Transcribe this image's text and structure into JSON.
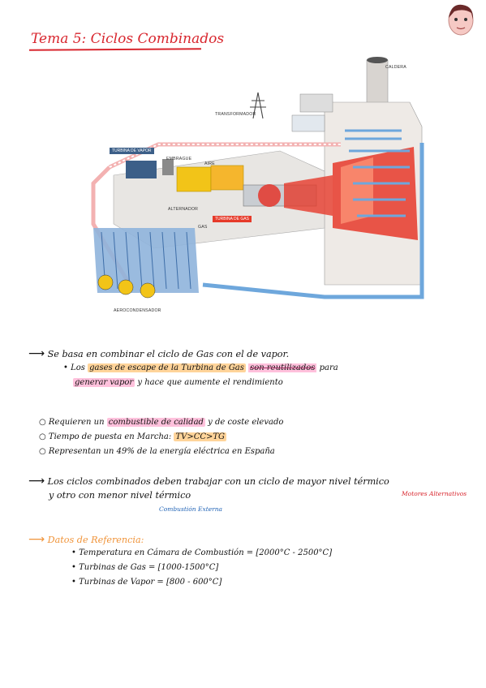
{
  "title": "Tema 5: Ciclos Combinados",
  "diagram": {
    "labels": {
      "caldera": "CALDERA",
      "transformador": "TRANSFORMADOR",
      "turbina_vapor": "TURBINA DE VAPOR",
      "embrague": "EMBRAGUE",
      "aire": "AIRE",
      "alternador": "ALTERNADOR",
      "turbina_gas": "TURBINA DE GAS",
      "gas": "GAS",
      "aerocondensador": "AEROCONDENSADOR"
    }
  },
  "notes": {
    "line1": "Se basa en combinar el ciclo de Gas con el de vapor.",
    "bullet1_prefix": "Los",
    "bullet1_hl1": "gases de escape de la Turbina de Gas",
    "bullet1_strike": "son reutilizados",
    "bullet1_mid": "para",
    "bullet1_hl2": "generar vapor",
    "bullet1_suffix": "y hace que aumente el rendimiento",
    "list": [
      {
        "pre": "Requieren un",
        "hl": "combustible de calidad",
        "post": "y de coste elevado"
      },
      {
        "pre": "Tiempo de puesta en Marcha:",
        "hl": "TV>CC>TG",
        "post": ""
      },
      {
        "pre": "Representan un 49% de la energía eléctrica en España",
        "hl": "",
        "post": ""
      }
    ],
    "line2a": "Los ciclos combinados deben trabajar con un ciclo de mayor nivel térmico",
    "line2b": "y otro con menor nivel térmico",
    "annot_red": "Motores Alternativos",
    "annot_blue": "Combustión Externa",
    "ref_title": "Datos de Referencia:",
    "refs": [
      "Temperatura en Cámara de Combustión = [2000°C - 2500°C]",
      "Turbinas de Gas = [1000-1500°C]",
      "Turbinas de Vapor = [800 - 600°C]"
    ]
  },
  "colors": {
    "red": "#d8262e",
    "blue": "#1f62b5",
    "orange": "#f0943a",
    "highlight_orange": "#ffd49a",
    "highlight_pink": "#ffc1dc"
  }
}
